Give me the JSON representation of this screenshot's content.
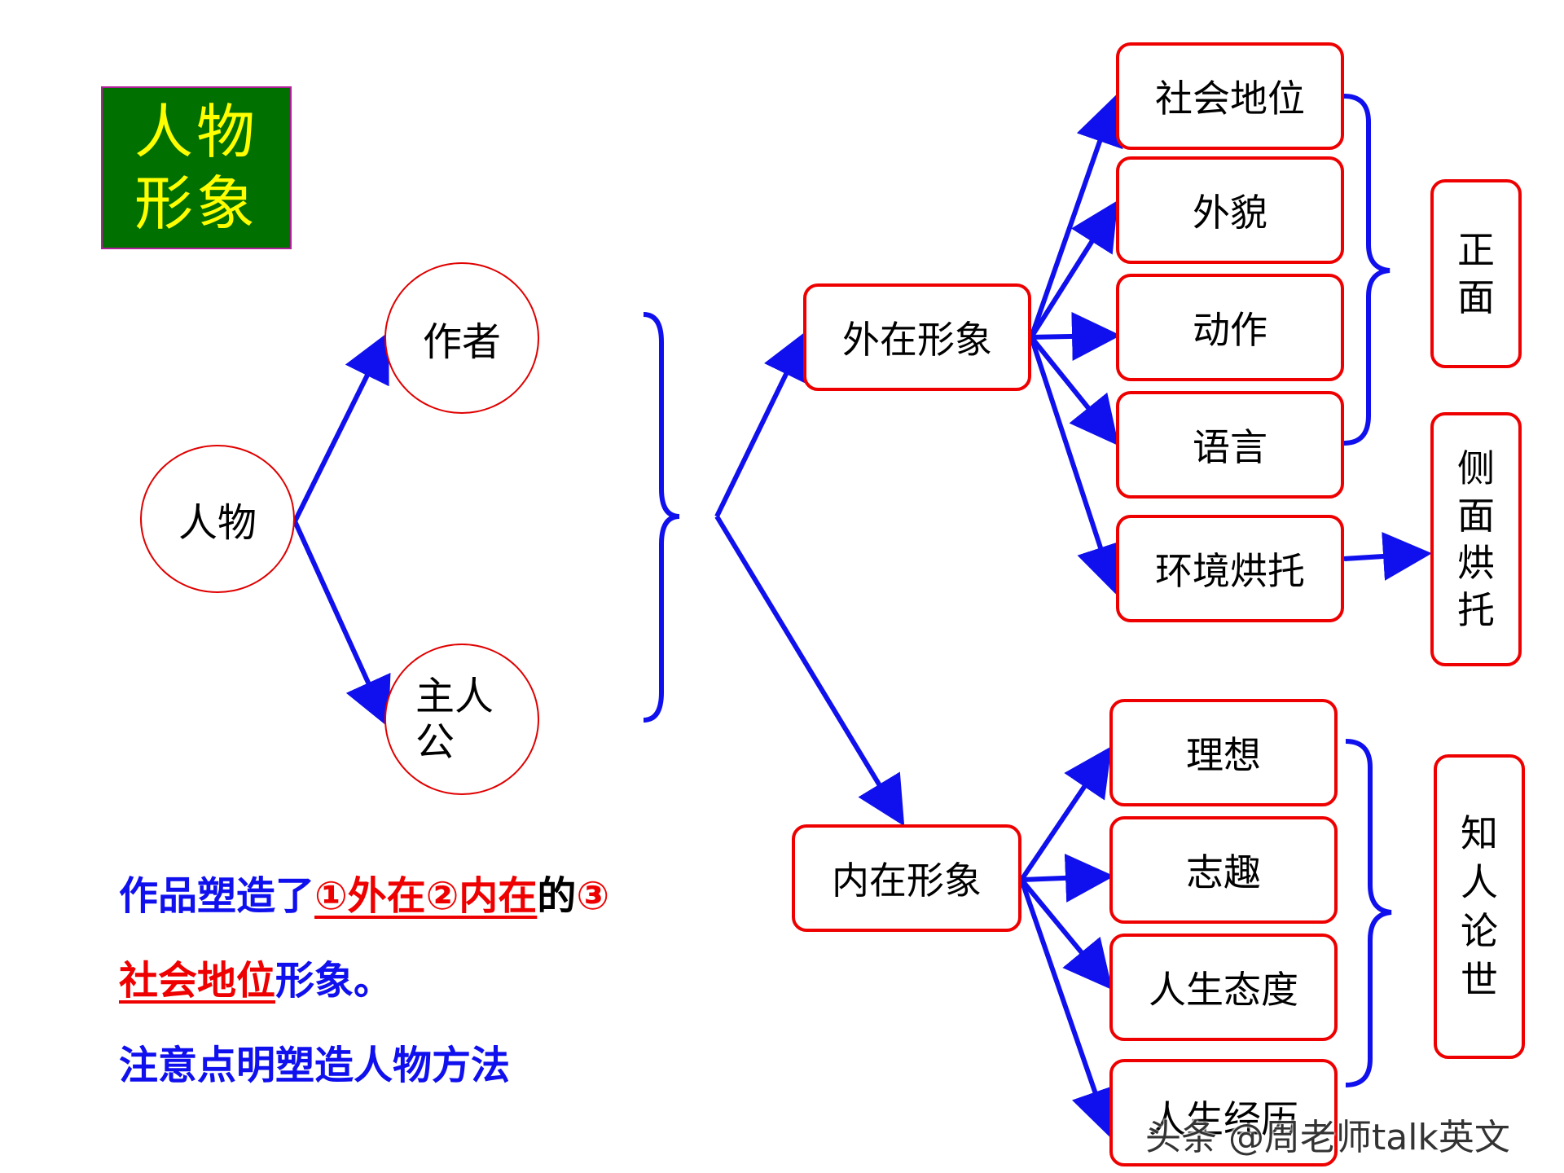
{
  "title": [
    "人物",
    "形象"
  ],
  "root_node": "人物",
  "upper_node": "作者",
  "lower_node": "主人公",
  "outer": "外在形象",
  "inner": "内在形象",
  "outer_items": [
    "社会地位",
    "外貌",
    "动作",
    "语言",
    "环境烘托"
  ],
  "inner_items": [
    "理想",
    "志趣",
    "人生态度",
    "人生经历"
  ],
  "front": [
    "正",
    "面"
  ],
  "side": [
    "侧",
    "面",
    "烘",
    "托"
  ],
  "knowing": [
    "知",
    "人",
    "论",
    "世"
  ],
  "note": {
    "l1_a": "作品塑造了",
    "l1_b": "①外在②内在",
    "l1_c": "的",
    "l1_d": "③",
    "l2_a": "社会地位",
    "l2_b": "形象。",
    "l3": "注意点明塑造人物方法"
  },
  "watermark": "头条 @周老师talk英文",
  "colors": {
    "arrow": "#1010ee",
    "box_border": "#ee0000",
    "title_bg": "#007000",
    "title_text": "#ffff00"
  }
}
